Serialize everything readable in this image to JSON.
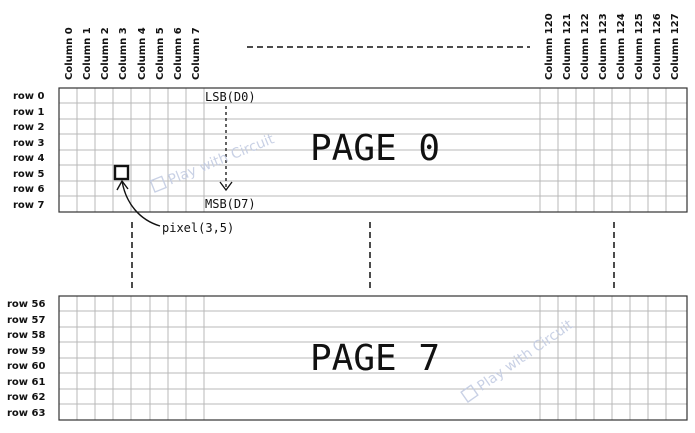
{
  "columns_left": [
    "Column 0",
    "Column 1",
    "Column 2",
    "Column 3",
    "Column 4",
    "Column 5",
    "Column 6",
    "Column 7"
  ],
  "columns_right": [
    "Column 120",
    "Column 121",
    "Column 122",
    "Column 123",
    "Column 124",
    "Column 125",
    "Column 126",
    "Column 127"
  ],
  "rows_top": [
    "row 0",
    "row 1",
    "row 2",
    "row 3",
    "row 4",
    "row 5",
    "row 6",
    "row 7"
  ],
  "rows_bottom": [
    "row 56",
    "row 57",
    "row 58",
    "row 59",
    "row 60",
    "row 61",
    "row 62",
    "row 63"
  ],
  "page_top": "PAGE 0",
  "page_bottom": "PAGE 7",
  "lsb_label": "LSB(D0)",
  "msb_label": "MSB(D7)",
  "pixel_label": "pixel(3,5)",
  "watermark_top": "Play with Circuit",
  "watermark_bottom": "Play with Circuit",
  "colors": {
    "grid": "#b8b8b8",
    "border": "#333333",
    "text": "#111111",
    "watermark": "#c4cde3"
  }
}
